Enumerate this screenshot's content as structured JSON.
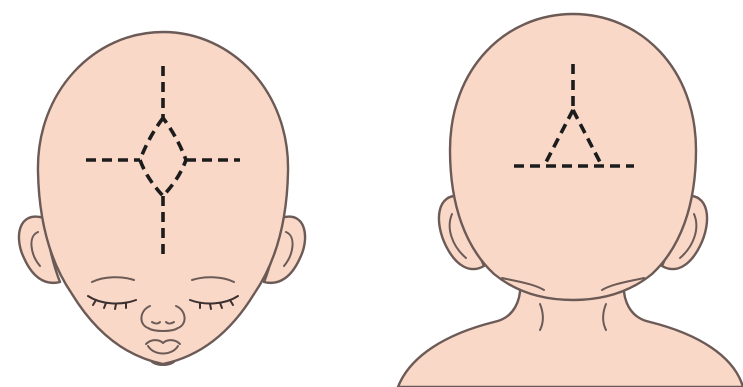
{
  "colors": {
    "skin": "#f9d8c8",
    "outline": "#6b5a55",
    "suture": "#1c1c1c",
    "background": "#ffffff"
  },
  "figures": [
    {
      "id": "infant-head-top-view",
      "sutures": [
        "metopic-suture",
        "coronal-suture",
        "sagittal-suture",
        "anterior-fontanelle"
      ]
    },
    {
      "id": "infant-head-back-view",
      "sutures": [
        "sagittal-suture",
        "lambdoid-suture",
        "posterior-fontanelle"
      ]
    }
  ]
}
